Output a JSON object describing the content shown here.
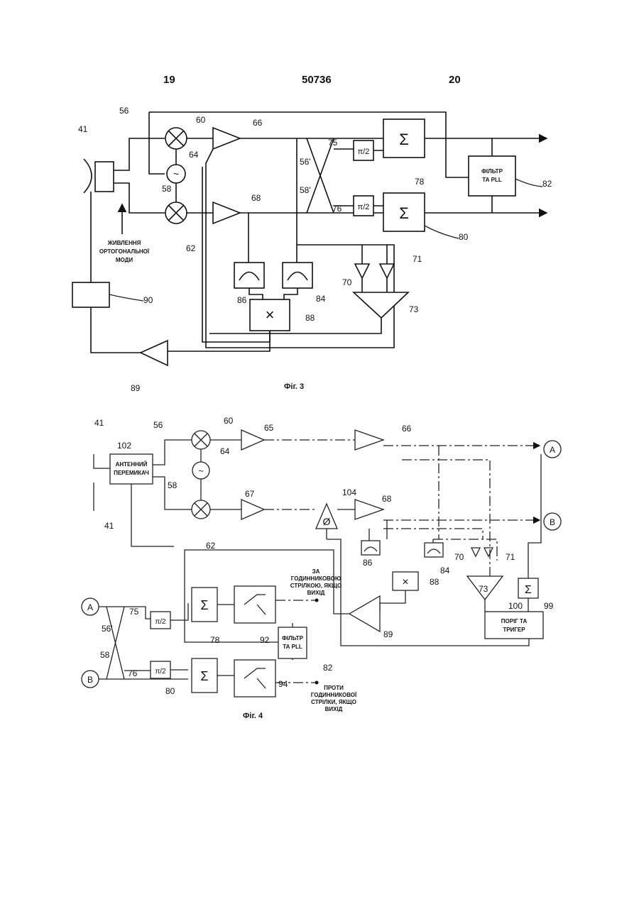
{
  "header": {
    "left_page": "19",
    "doc_number": "50736",
    "right_page": "20"
  },
  "figure3": {
    "caption": "Фіг. 3",
    "refs": {
      "r41": "41",
      "r56": "56",
      "r58": "58",
      "r60": "60",
      "r62": "62",
      "r64": "64",
      "r66": "66",
      "r68": "68",
      "r70": "70",
      "r71": "71",
      "r73": "73",
      "r75": "75",
      "r76": "76",
      "r78": "78",
      "r80": "80",
      "r82": "82",
      "r84": "84",
      "r86": "86",
      "r88": "88",
      "r89": "89",
      "r90": "90",
      "r56p": "56'",
      "r58p": "58'"
    },
    "filter_label": [
      "ФІЛЬТР",
      "ТА PLL"
    ],
    "feed_label": [
      "ЖИВЛЕННЯ",
      "ОРТОГОНАЛЬНОЇ",
      "МОДИ"
    ],
    "pi2": "π/2",
    "sum": "Σ",
    "mult": "×",
    "osc": "~"
  },
  "figure4": {
    "caption": "Фіг. 4",
    "refs": {
      "r41a": "41",
      "r41b": "41",
      "r56": "56",
      "r58": "58",
      "r60": "60",
      "r62": "62",
      "r64": "64",
      "r65": "65",
      "r66": "66",
      "r67": "67",
      "r68": "68",
      "r70": "70",
      "r71": "71",
      "r73": "73",
      "r75": "75",
      "r76": "76",
      "r78": "78",
      "r80": "80",
      "r82": "82",
      "r84": "84",
      "r86": "86",
      "r88": "88",
      "r89": "89",
      "r92": "92",
      "r94": "94",
      "r99": "99",
      "r100": "100",
      "r102": "102",
      "r104": "104",
      "r56p": "56'",
      "r58p": "58"
    },
    "switch_label": [
      "АНТЕННИЙ",
      "ПЕРЕМИКАЧ"
    ],
    "filter_label": [
      "ФІЛЬТР",
      "ТА PLL"
    ],
    "threshold_label": [
      "ПОРІГ ТА",
      "ТРИГЕР"
    ],
    "cw_output": [
      "ЗА",
      "ГОДИННИКОВОЮ",
      "СТРІЛКОЮ, ЯКЩО",
      "ВИХІД"
    ],
    "ccw_output": [
      "ПРОТИ",
      "ГОДИННИКОВОЇ",
      "СТРІЛКИ, ЯКЩО",
      "ВИХІД"
    ],
    "conn_a": "A",
    "conn_b": "B",
    "phase": "Ø",
    "pi2": "π/2",
    "sum": "Σ",
    "mult": "×",
    "osc": "~"
  }
}
